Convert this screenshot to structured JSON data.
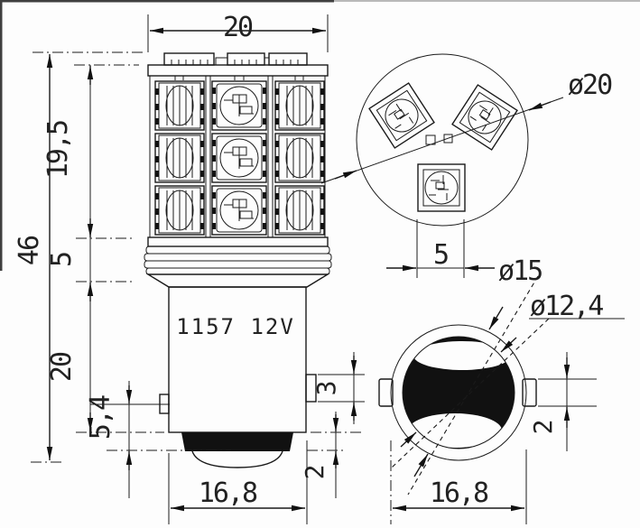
{
  "product_label": "1157 12V",
  "side_view": {
    "top_width": "20",
    "led_tower_height": "19,5",
    "collar_height": "5",
    "total_height": "46",
    "body_height": "20",
    "pin_offset": "5,4",
    "pin_height": "3",
    "base_step": "2",
    "body_diameter": "16,8"
  },
  "top_view": {
    "head_diameter": "ø20",
    "led_size": "5"
  },
  "bottom_view": {
    "flange_diameter": "ø15",
    "base_diameter": "ø12,4",
    "flange_width": "16,8",
    "pin_size": "2"
  },
  "colors": {
    "line": "#1a1a1a",
    "background": "#fdfdfd"
  }
}
